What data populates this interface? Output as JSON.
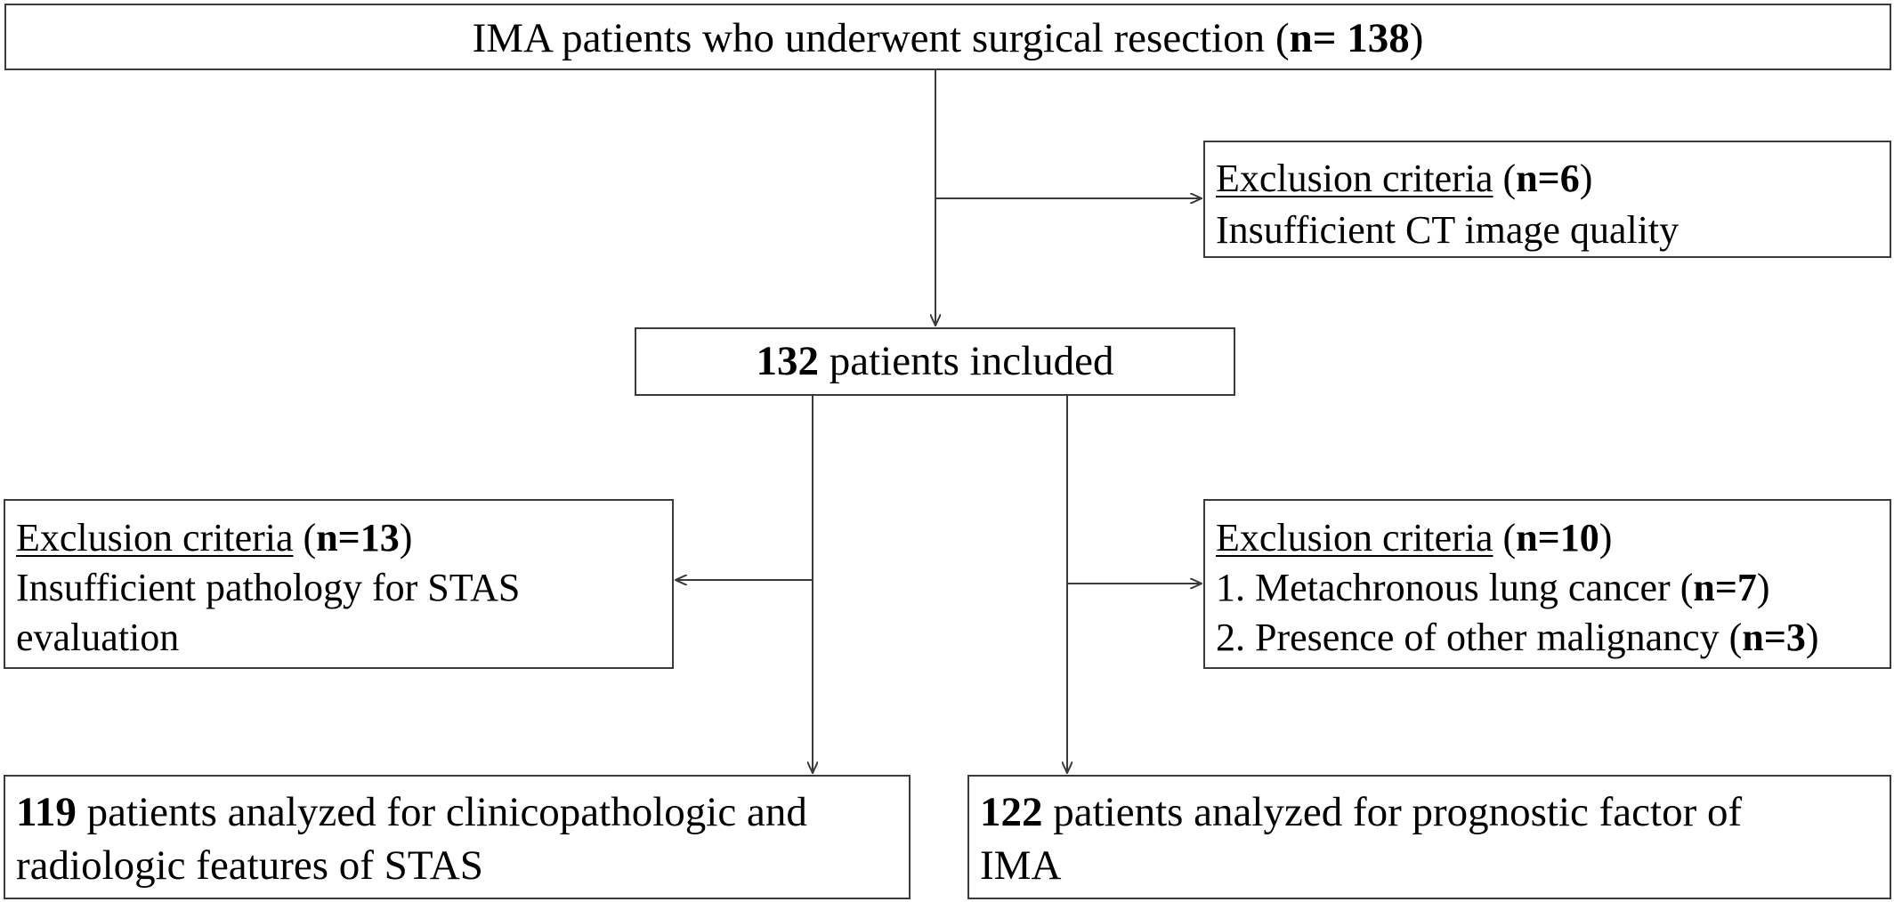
{
  "top": {
    "text": "IMA patients who underwent surgical resection",
    "open": " (",
    "n": "n= 138",
    "close": ")"
  },
  "exclusion_1": {
    "label": "Exclusion criteria",
    "open": " (",
    "n": "n=6",
    "close": ")",
    "line2": "Insufficient CT image quality"
  },
  "included": {
    "n": "132",
    "text": " patients included"
  },
  "exclusion_2": {
    "label": "Exclusion criteria",
    "open": " (",
    "n": "n=13",
    "close": ")",
    "line2": "Insufficient pathology for STAS",
    "line3": "evaluation"
  },
  "exclusion_3": {
    "label": "Exclusion criteria",
    "open": " (",
    "n": "n=10",
    "close": ")",
    "item1": {
      "text": "1. Metachronous lung cancer (",
      "n": "n=7",
      "close": ")"
    },
    "item2": {
      "text": "2. Presence of other malignancy (",
      "n": "n=3",
      "close": ")"
    }
  },
  "analyzed_1": {
    "n": "119",
    "line1": " patients analyzed for clinicopathologic and",
    "line2": "radiologic features of STAS"
  },
  "analyzed_2": {
    "n": "122",
    "line1": " patients analyzed for prognostic factor of",
    "line2": "IMA"
  }
}
